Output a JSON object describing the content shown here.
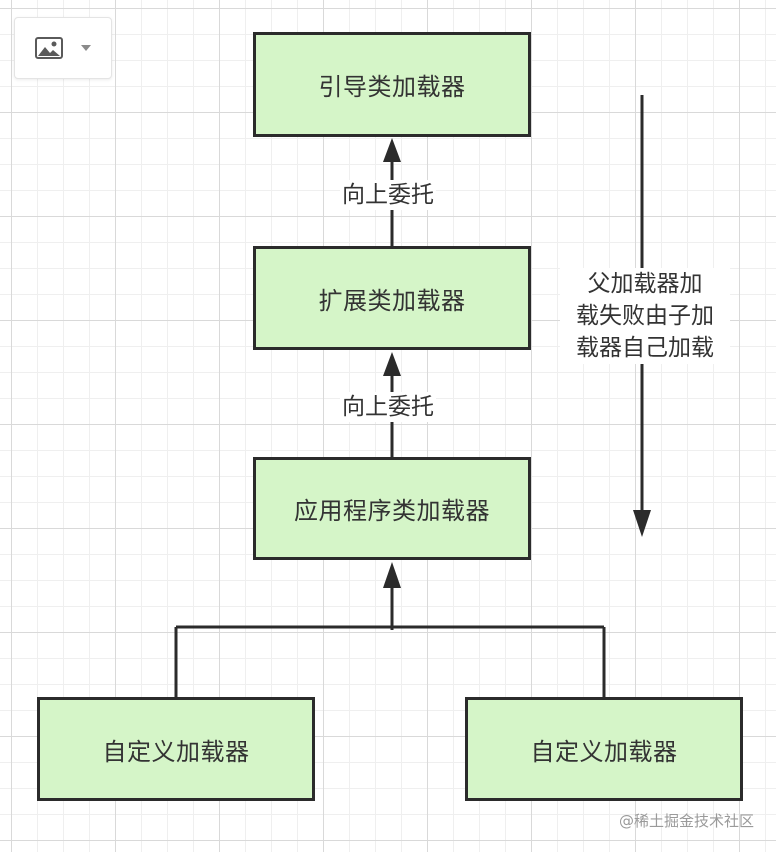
{
  "toolbar": {
    "image_icon": "image-icon",
    "dropdown_icon": "chevron-down-icon"
  },
  "nodes": {
    "bootstrap": "引导类加载器",
    "extension": "扩展类加载器",
    "application": "应用程序类加载器",
    "custom_left": "自定义加载器",
    "custom_right": "自定义加载器"
  },
  "edges": {
    "ext_to_boot": "向上委托",
    "app_to_ext": "向上委托"
  },
  "side_note": {
    "lines": [
      "父加载器加",
      "载失败由子加",
      "载器自己加载"
    ]
  },
  "watermark": "@稀土掘金技术社区",
  "colors": {
    "node_fill": "#d5f5c8",
    "node_border": "#2b2b2b",
    "text": "#333333",
    "grid": "#d9d9d9"
  }
}
